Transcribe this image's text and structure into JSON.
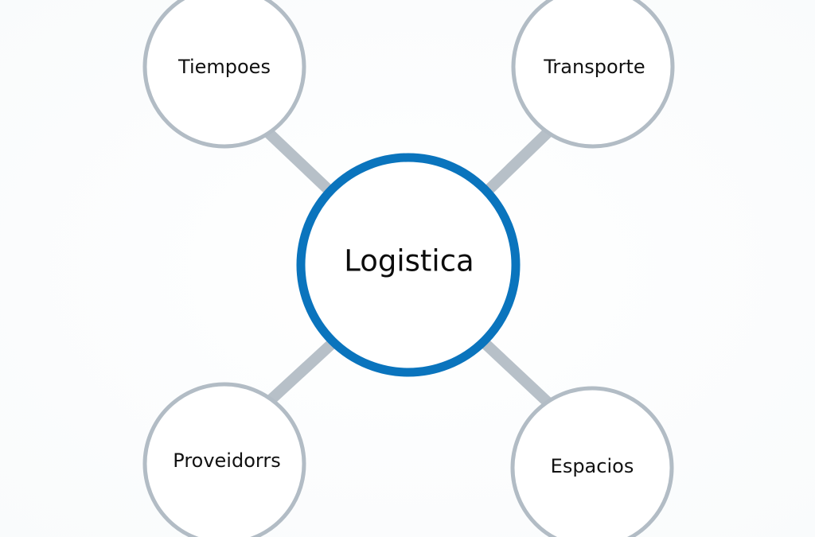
{
  "diagram": {
    "center": {
      "label": "Logistica",
      "stroke_color": "#0a74bd"
    },
    "nodes": [
      {
        "id": "tiempoes",
        "label": "Tiempoes"
      },
      {
        "id": "transporte",
        "label": "Transporte"
      },
      {
        "id": "proveidorrs",
        "label": "Proveidorrs"
      },
      {
        "id": "espacios",
        "label": "Espacios"
      }
    ],
    "node_stroke_color": "#b2bcc5",
    "connector_color": "#b7c0c8"
  }
}
